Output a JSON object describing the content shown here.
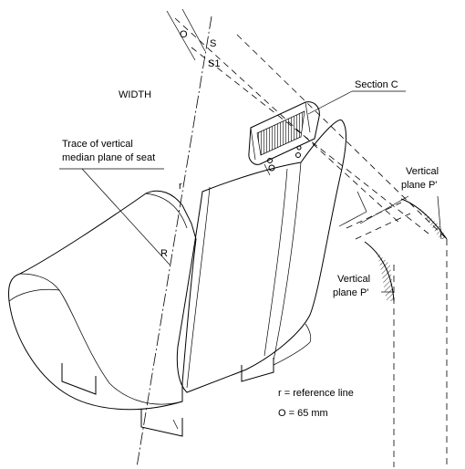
{
  "labels": {
    "width": "WIDTH",
    "trace_line1": "Trace of vertical",
    "trace_line2": "median plane of seat",
    "section_c": "Section C",
    "vertical_plane_right_line1": "Vertical",
    "vertical_plane_right_line2": "plane P'",
    "vertical_plane_left_line1": "Vertical",
    "vertical_plane_left_line2": "plane P'",
    "s": "S",
    "s1": "S1",
    "o_small": "O",
    "r_small": "r",
    "r_big": "R",
    "legend_line1": "r = reference line",
    "legend_line2": "O = 65 mm"
  },
  "colors": {
    "ink": "#000000",
    "background": "#ffffff"
  }
}
